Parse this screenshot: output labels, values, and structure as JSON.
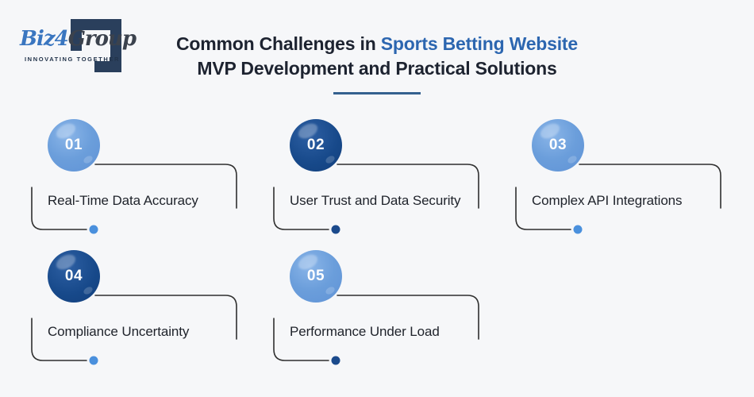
{
  "logo": {
    "name_part1": "Biz",
    "name_part2": "4",
    "name_part3": "Group",
    "tagline": "INNOVATING TOGETHER"
  },
  "header": {
    "title_line1_prefix": "Common Challenges in ",
    "title_line1_highlight": "Sports Betting Website",
    "title_line2": "MVP Development and Practical Solutions"
  },
  "items": [
    {
      "number": "01",
      "label": "Real-Time Data Accuracy",
      "tone": "light",
      "dot_tone": "light"
    },
    {
      "number": "02",
      "label": "User Trust and Data Security",
      "tone": "dark",
      "dot_tone": "dark"
    },
    {
      "number": "03",
      "label": "Complex API Integrations",
      "tone": "light",
      "dot_tone": "light"
    },
    {
      "number": "04",
      "label": "Compliance Uncertainty",
      "tone": "dark",
      "dot_tone": "light"
    },
    {
      "number": "05",
      "label": "Performance Under Load",
      "tone": "light",
      "dot_tone": "dark"
    }
  ],
  "colors": {
    "background": "#f6f7f9",
    "circle_light": "#6b9edb",
    "circle_dark": "#17498a",
    "dot_light": "#4a90dd",
    "dot_dark": "#1b4a8c",
    "connector_line": "#2f2f2f",
    "title_dark": "#1d2330",
    "title_accent": "#2c66b0",
    "divider": "#34618f",
    "logo_blue": "#3a76c0",
    "logo_dark": "#3b424d",
    "logo_mark": "#2a3f5c",
    "tagline": "#22334a"
  }
}
